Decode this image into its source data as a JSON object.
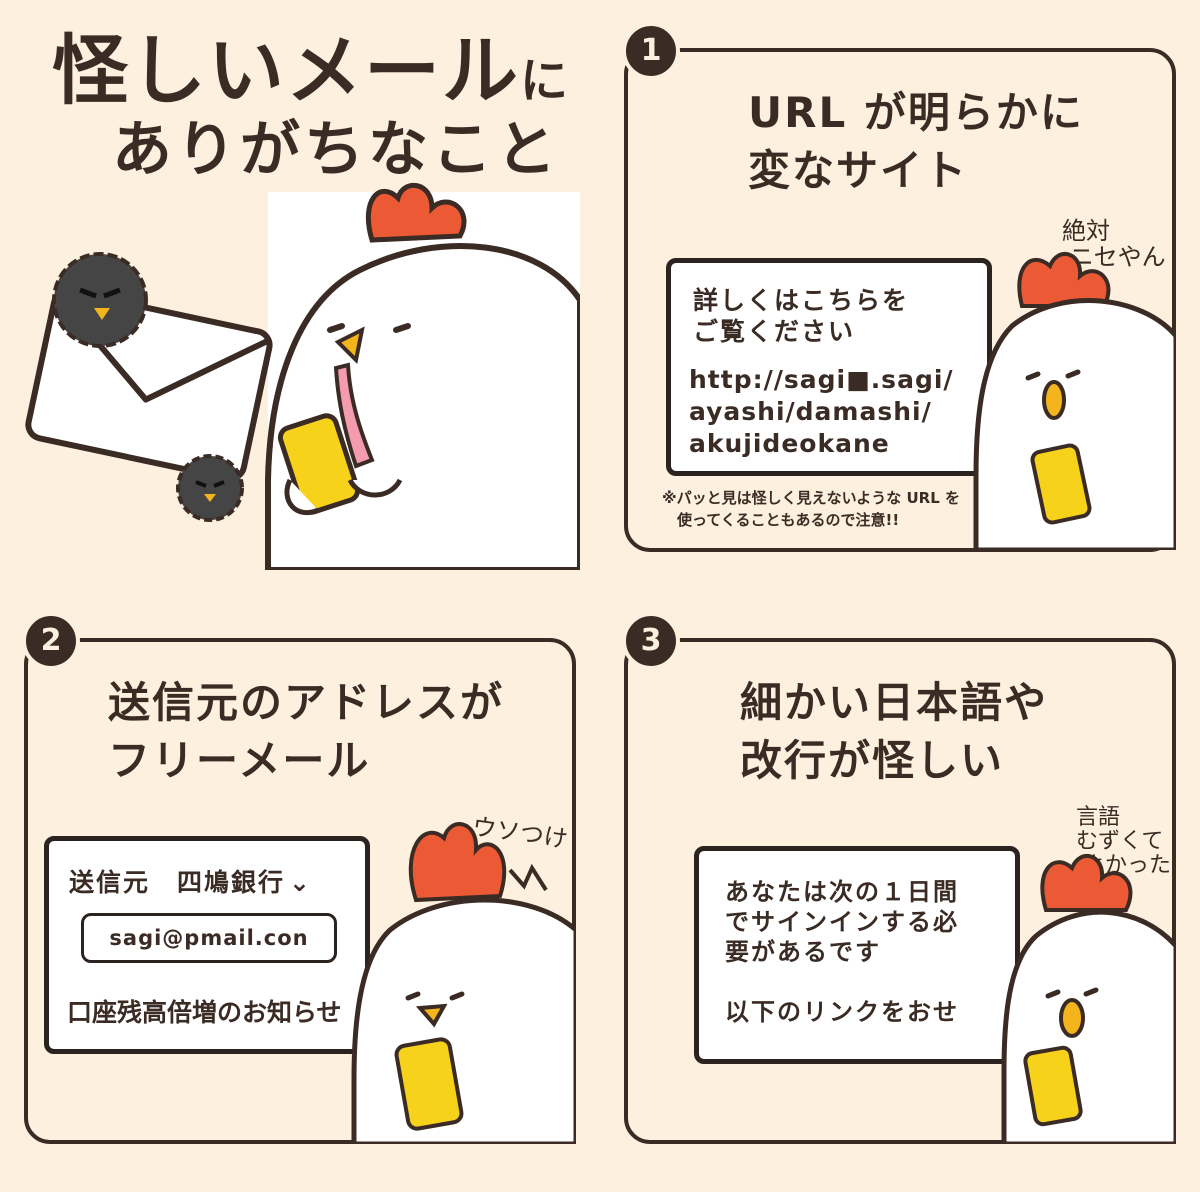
{
  "title": {
    "line1": "怪しいメール",
    "line1_tail": "に",
    "line2": "ありがちなこと"
  },
  "panel1": {
    "number": "1",
    "heading_line1": "URL が明らかに",
    "heading_line2": "変なサイト",
    "card_text_line1": "詳しくはこちらを",
    "card_text_line2": "ご覧ください",
    "card_url": "http://sagi■.sagi/\nayashi/damashi/\nakujideokane",
    "note": "※パッと見は怪しく見えないような URL を\n　使ってくることもあるので注意!!",
    "handwritten": "絶対\n ニセやん"
  },
  "panel2": {
    "number": "2",
    "heading_line1": "送信元のアドレスが",
    "heading_line2": "フリーメール",
    "sender_label": "送信元　四鳩銀行",
    "sender_address": "sagi@pmail.con",
    "subject": "口座残高倍増のお知らせ",
    "handwritten": "ウソつけ"
  },
  "panel3": {
    "number": "3",
    "heading_line1": "細かい日本語や",
    "heading_line2": "改行が怪しい",
    "card_text": "あなたは次の１日間\nでサインインする必\n要があるです\n\n以下のリンクをおせ",
    "handwritten": "言語\nむずくて\n よかった"
  },
  "colors": {
    "background": "#fdf0de",
    "ink": "#3b2b25",
    "comb": "#ec5a35",
    "phone": "#f7d21b",
    "beak": "#f4b51c",
    "virus": "#454545"
  }
}
